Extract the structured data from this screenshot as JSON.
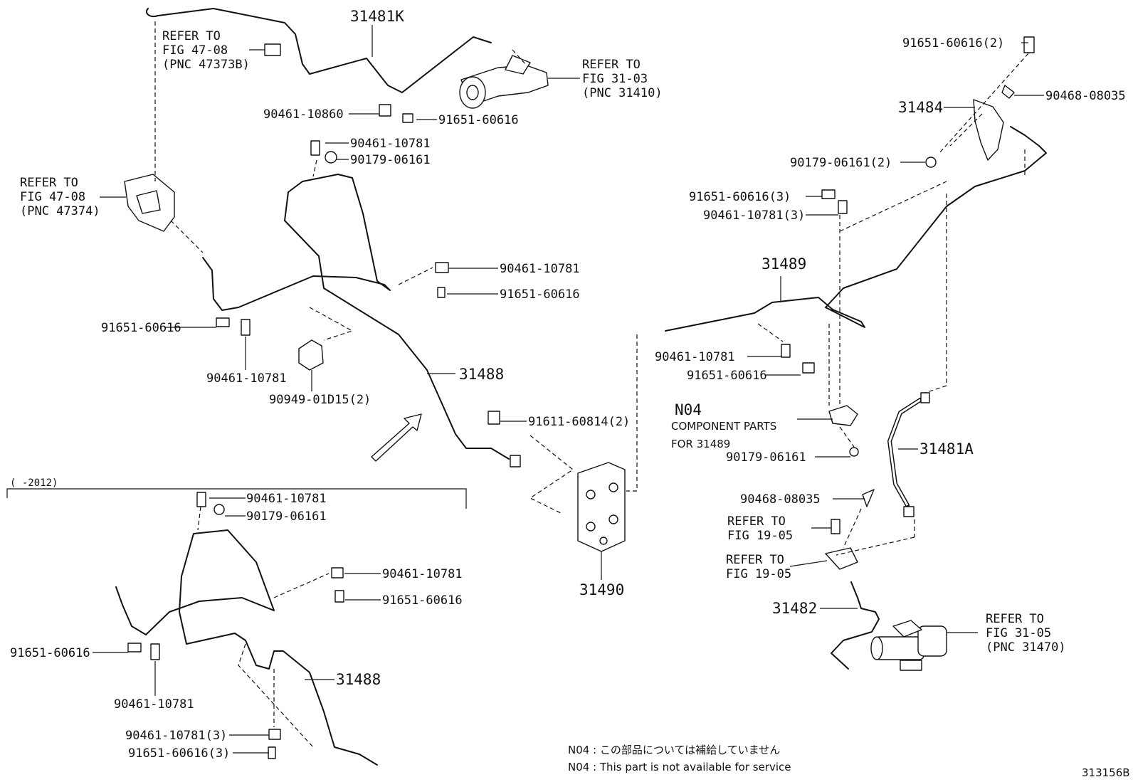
{
  "labels": {
    "p31481k": "31481K",
    "p91651_top_right": "91651-60616(2)",
    "p90468_a": "90468-08035",
    "p31484": "31484",
    "p90179_2": "90179-06161(2)",
    "p91651_3": "91651-60616(3)",
    "p90461_3": "90461-10781(3)",
    "p31489": "31489",
    "p90461_10860": "90461-10860",
    "p91651_a": "91651-60616",
    "p90461_a": "90461-10781",
    "p90179_a": "90179-06161",
    "p90461_b": "90461-10781",
    "p91651_b": "91651-60616",
    "p91651_c": "91651-60616",
    "p90461_c": "90461-10781",
    "p90949": "90949-01D15(2)",
    "p31488_a": "31488",
    "p91611": "91611-60814(2)",
    "p31490": "31490",
    "p90461_d": "90461-10781",
    "p91651_d": "91651-60616",
    "p90179_b": "90179-06161",
    "p31481a": "31481A",
    "p90468_b": "90468-08035",
    "p31482": "31482",
    "p90461_e": "90461-10781",
    "p90179_c": "90179-06161",
    "p90461_f": "90461-10781",
    "p91651_e": "91651-60616",
    "p91651_f": "91651-60616",
    "p90461_g": "90461-10781",
    "p31488_b": "31488",
    "p90461_h": "90461-10781(3)",
    "p91651_g": "91651-60616(3)"
  },
  "refer": {
    "r1": [
      "REFER TO",
      "FIG 47-08",
      "(PNC 47373B)"
    ],
    "r2": [
      "REFER TO",
      "FIG 31-03",
      "(PNC 31410)"
    ],
    "r3": [
      "REFER TO",
      "FIG 47-08",
      "(PNC 47374)"
    ],
    "r4": [
      "REFER TO",
      "FIG 19-05"
    ],
    "r5": [
      "REFER TO",
      "FIG 19-05"
    ],
    "r6": [
      "REFER TO",
      "FIG 31-05",
      "(PNC 31470)"
    ]
  },
  "n04": {
    "code": "N04",
    "line1": "COMPONENT PARTS",
    "line2": "FOR 31489"
  },
  "range_label": "(   -2012)",
  "notes": {
    "jp": "N04 : この部品については補給していません",
    "en": "N04 : This part is not available for service"
  },
  "figure_id": "313156B"
}
